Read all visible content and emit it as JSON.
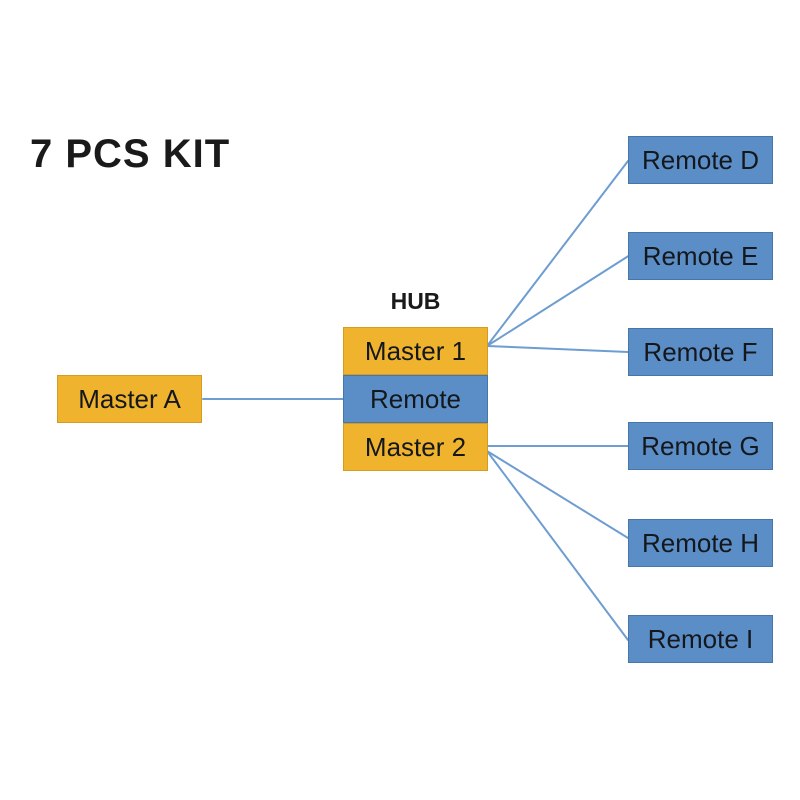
{
  "title": "7 PCS KIT",
  "colors": {
    "orange": "#F0B32E",
    "blue": "#5B8EC6",
    "line": "#6D9DD1",
    "text": "#14181d"
  },
  "master_a": {
    "label": "Master A"
  },
  "hub": {
    "label": "HUB",
    "segments": [
      {
        "id": "master1",
        "label": "Master 1",
        "color": "orange"
      },
      {
        "id": "remote",
        "label": "Remote",
        "color": "blue"
      },
      {
        "id": "master2",
        "label": "Master 2",
        "color": "orange"
      }
    ]
  },
  "remotes": [
    {
      "label": "Remote D"
    },
    {
      "label": "Remote E"
    },
    {
      "label": "Remote F"
    },
    {
      "label": "Remote G"
    },
    {
      "label": "Remote H"
    },
    {
      "label": "Remote I"
    }
  ],
  "connections": [
    {
      "from": "Master A",
      "to": "HUB Remote"
    },
    {
      "from": "HUB Master 1",
      "to": "Remote D"
    },
    {
      "from": "HUB Master 1",
      "to": "Remote E"
    },
    {
      "from": "HUB Master 1",
      "to": "Remote F"
    },
    {
      "from": "HUB Master 2",
      "to": "Remote G"
    },
    {
      "from": "HUB Master 2",
      "to": "Remote H"
    },
    {
      "from": "HUB Master 2",
      "to": "Remote I"
    }
  ]
}
